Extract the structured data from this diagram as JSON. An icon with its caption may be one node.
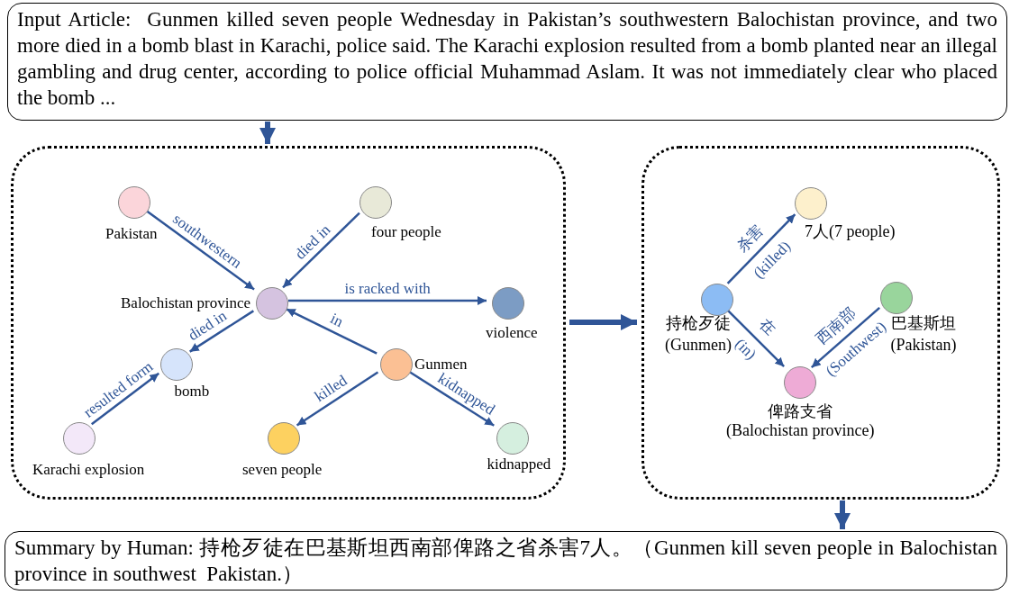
{
  "diagram": {
    "nodes": [
      {
        "text": [
          "Input Article:  Gunmen killed seven people Wednesday in Pakistan’s southwestern Balochistan province, and two more died in a bomb blast in Karachi, police said. The Karachi explosion resulted from a bomb planted near an illegal gambling and drug center, according to police official Muhammad Aslam. It was not immediately clear who placed the bomb ..."
        ]
      },
      {
        "text": [],
        "shape": "box"
      },
      {
        "text": [
          "Pakistan"
        ],
        "in": 1
      },
      {
        "text": [
          "four people"
        ],
        "in": 1
      },
      {
        "text": [
          "Balochistan province"
        ],
        "in": 1
      },
      {
        "text": [
          "violence"
        ],
        "in": 1
      },
      {
        "text": [
          "bomb"
        ],
        "in": 1
      },
      {
        "text": [
          "Gunmen"
        ],
        "in": 1
      },
      {
        "text": [
          "Karachi explosion"
        ],
        "in": 1
      },
      {
        "text": [
          "seven people"
        ],
        "in": 1
      },
      {
        "text": [
          "kidnapped"
        ],
        "in": 1
      },
      {
        "text": [],
        "shape": "box"
      },
      {
        "text": [
          "7人(7 people)"
        ],
        "in": 11
      },
      {
        "text": [
          "持枪歹徒",
          "(Gunmen)"
        ],
        "in": 11
      },
      {
        "text": [
          "巴基斯坦",
          "(Pakistan)"
        ],
        "in": 11
      },
      {
        "text": [
          "俾路支省",
          "(Balochistan province)"
        ],
        "in": 11
      },
      {
        "text": [
          "Summary by Human: 持枪歹徒在巴基斯坦西南部俾路之省杀害7人。（Gunmen kill seven people in Balochistan province in southwest  Pakistan.）"
        ]
      }
    ],
    "edges": [
      {
        "from": 0,
        "to": 1,
        "arrow": "to",
        "style": "thick"
      },
      {
        "from": 2,
        "to": 4,
        "arrow": "to",
        "label": "southwestern"
      },
      {
        "from": 3,
        "to": 4,
        "arrow": "to",
        "label": "died in"
      },
      {
        "from": 4,
        "to": 5,
        "arrow": "to",
        "label": "is racked with"
      },
      {
        "from": 7,
        "to": 4,
        "arrow": "to",
        "label": "in"
      },
      {
        "from": 4,
        "to": 6,
        "arrow": "to",
        "label": "died in"
      },
      {
        "from": 8,
        "to": 6,
        "arrow": "to",
        "label": "resulted form"
      },
      {
        "from": 7,
        "to": 9,
        "arrow": "to",
        "label": "killed"
      },
      {
        "from": 7,
        "to": 10,
        "arrow": "to",
        "label": "kidnapped"
      },
      {
        "from": 1,
        "to": 11,
        "arrow": "to",
        "style": "thick"
      },
      {
        "from": 13,
        "to": 12,
        "arrow": "to",
        "label": "杀害 (killed)"
      },
      {
        "from": 13,
        "to": 15,
        "arrow": "to",
        "label": "在 (in)"
      },
      {
        "from": 14,
        "to": 15,
        "arrow": "to",
        "label": "西南部 (Southwest)"
      },
      {
        "from": 11,
        "to": 16,
        "arrow": "to",
        "style": "thick"
      }
    ]
  }
}
